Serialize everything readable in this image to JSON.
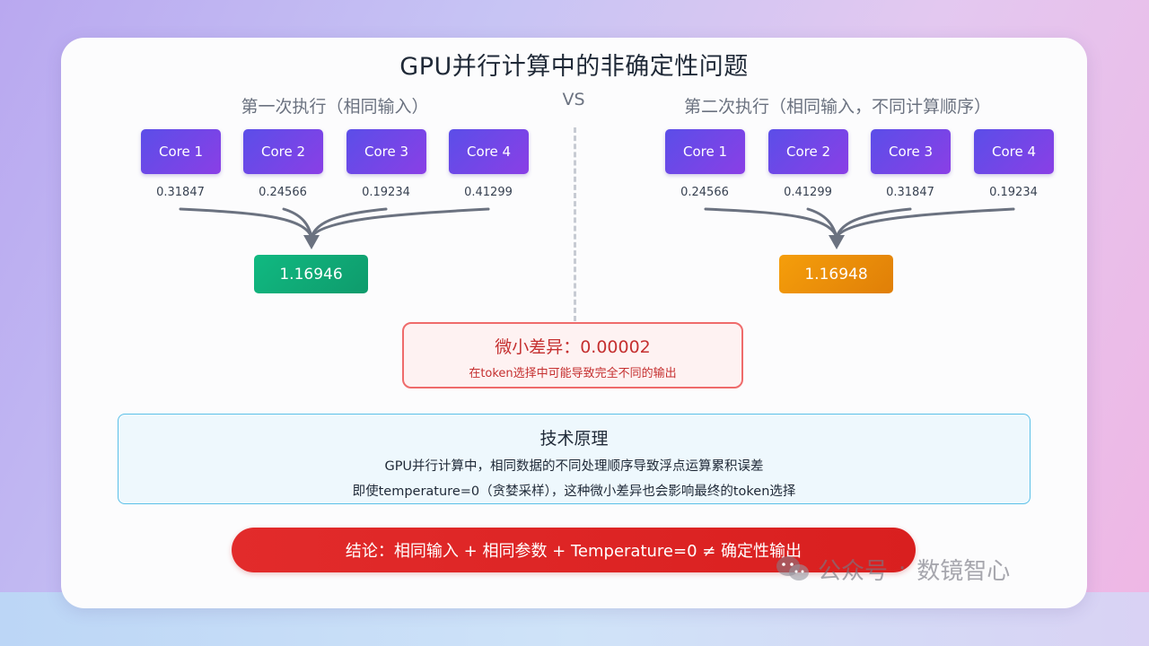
{
  "title": "GPU并行计算中的非确定性问题",
  "vs": "VS",
  "first_run": {
    "label": "第一次执行（相同输入）",
    "cores": [
      "Core 1",
      "Core 2",
      "Core 3",
      "Core 4"
    ],
    "values": [
      "0.31847",
      "0.24566",
      "0.19234",
      "0.41299"
    ],
    "result": "1.16946",
    "result_color": "#10b981"
  },
  "second_run": {
    "label": "第二次执行（相同输入，不同计算顺序）",
    "cores": [
      "Core 1",
      "Core 2",
      "Core 3",
      "Core 4"
    ],
    "values": [
      "0.24566",
      "0.41299",
      "0.31847",
      "0.19234"
    ],
    "result": "1.16948",
    "result_color": "#f59e0b"
  },
  "difference": {
    "title": "微小差异：0.00002",
    "subtitle": "在token选择中可能导致完全不同的输出"
  },
  "principle": {
    "title": "技术原理",
    "line1": "GPU并行计算中，相同数据的不同处理顺序导致浮点运算累积误差",
    "line2": "即使temperature=0（贪婪采样），这种微小差异也会影响最终的token选择"
  },
  "conclusion": "结论：相同输入 + 相同参数 + Temperature=0 ≠ 确定性输出",
  "watermark": {
    "icon": "wechat-icon",
    "account": "公众号",
    "separator": "·",
    "name": "数镜智心"
  },
  "colors": {
    "core": "#6a47e8",
    "arrow": "#6b7280",
    "alert": "#e22b2b",
    "info_border": "#5bc0e8"
  }
}
